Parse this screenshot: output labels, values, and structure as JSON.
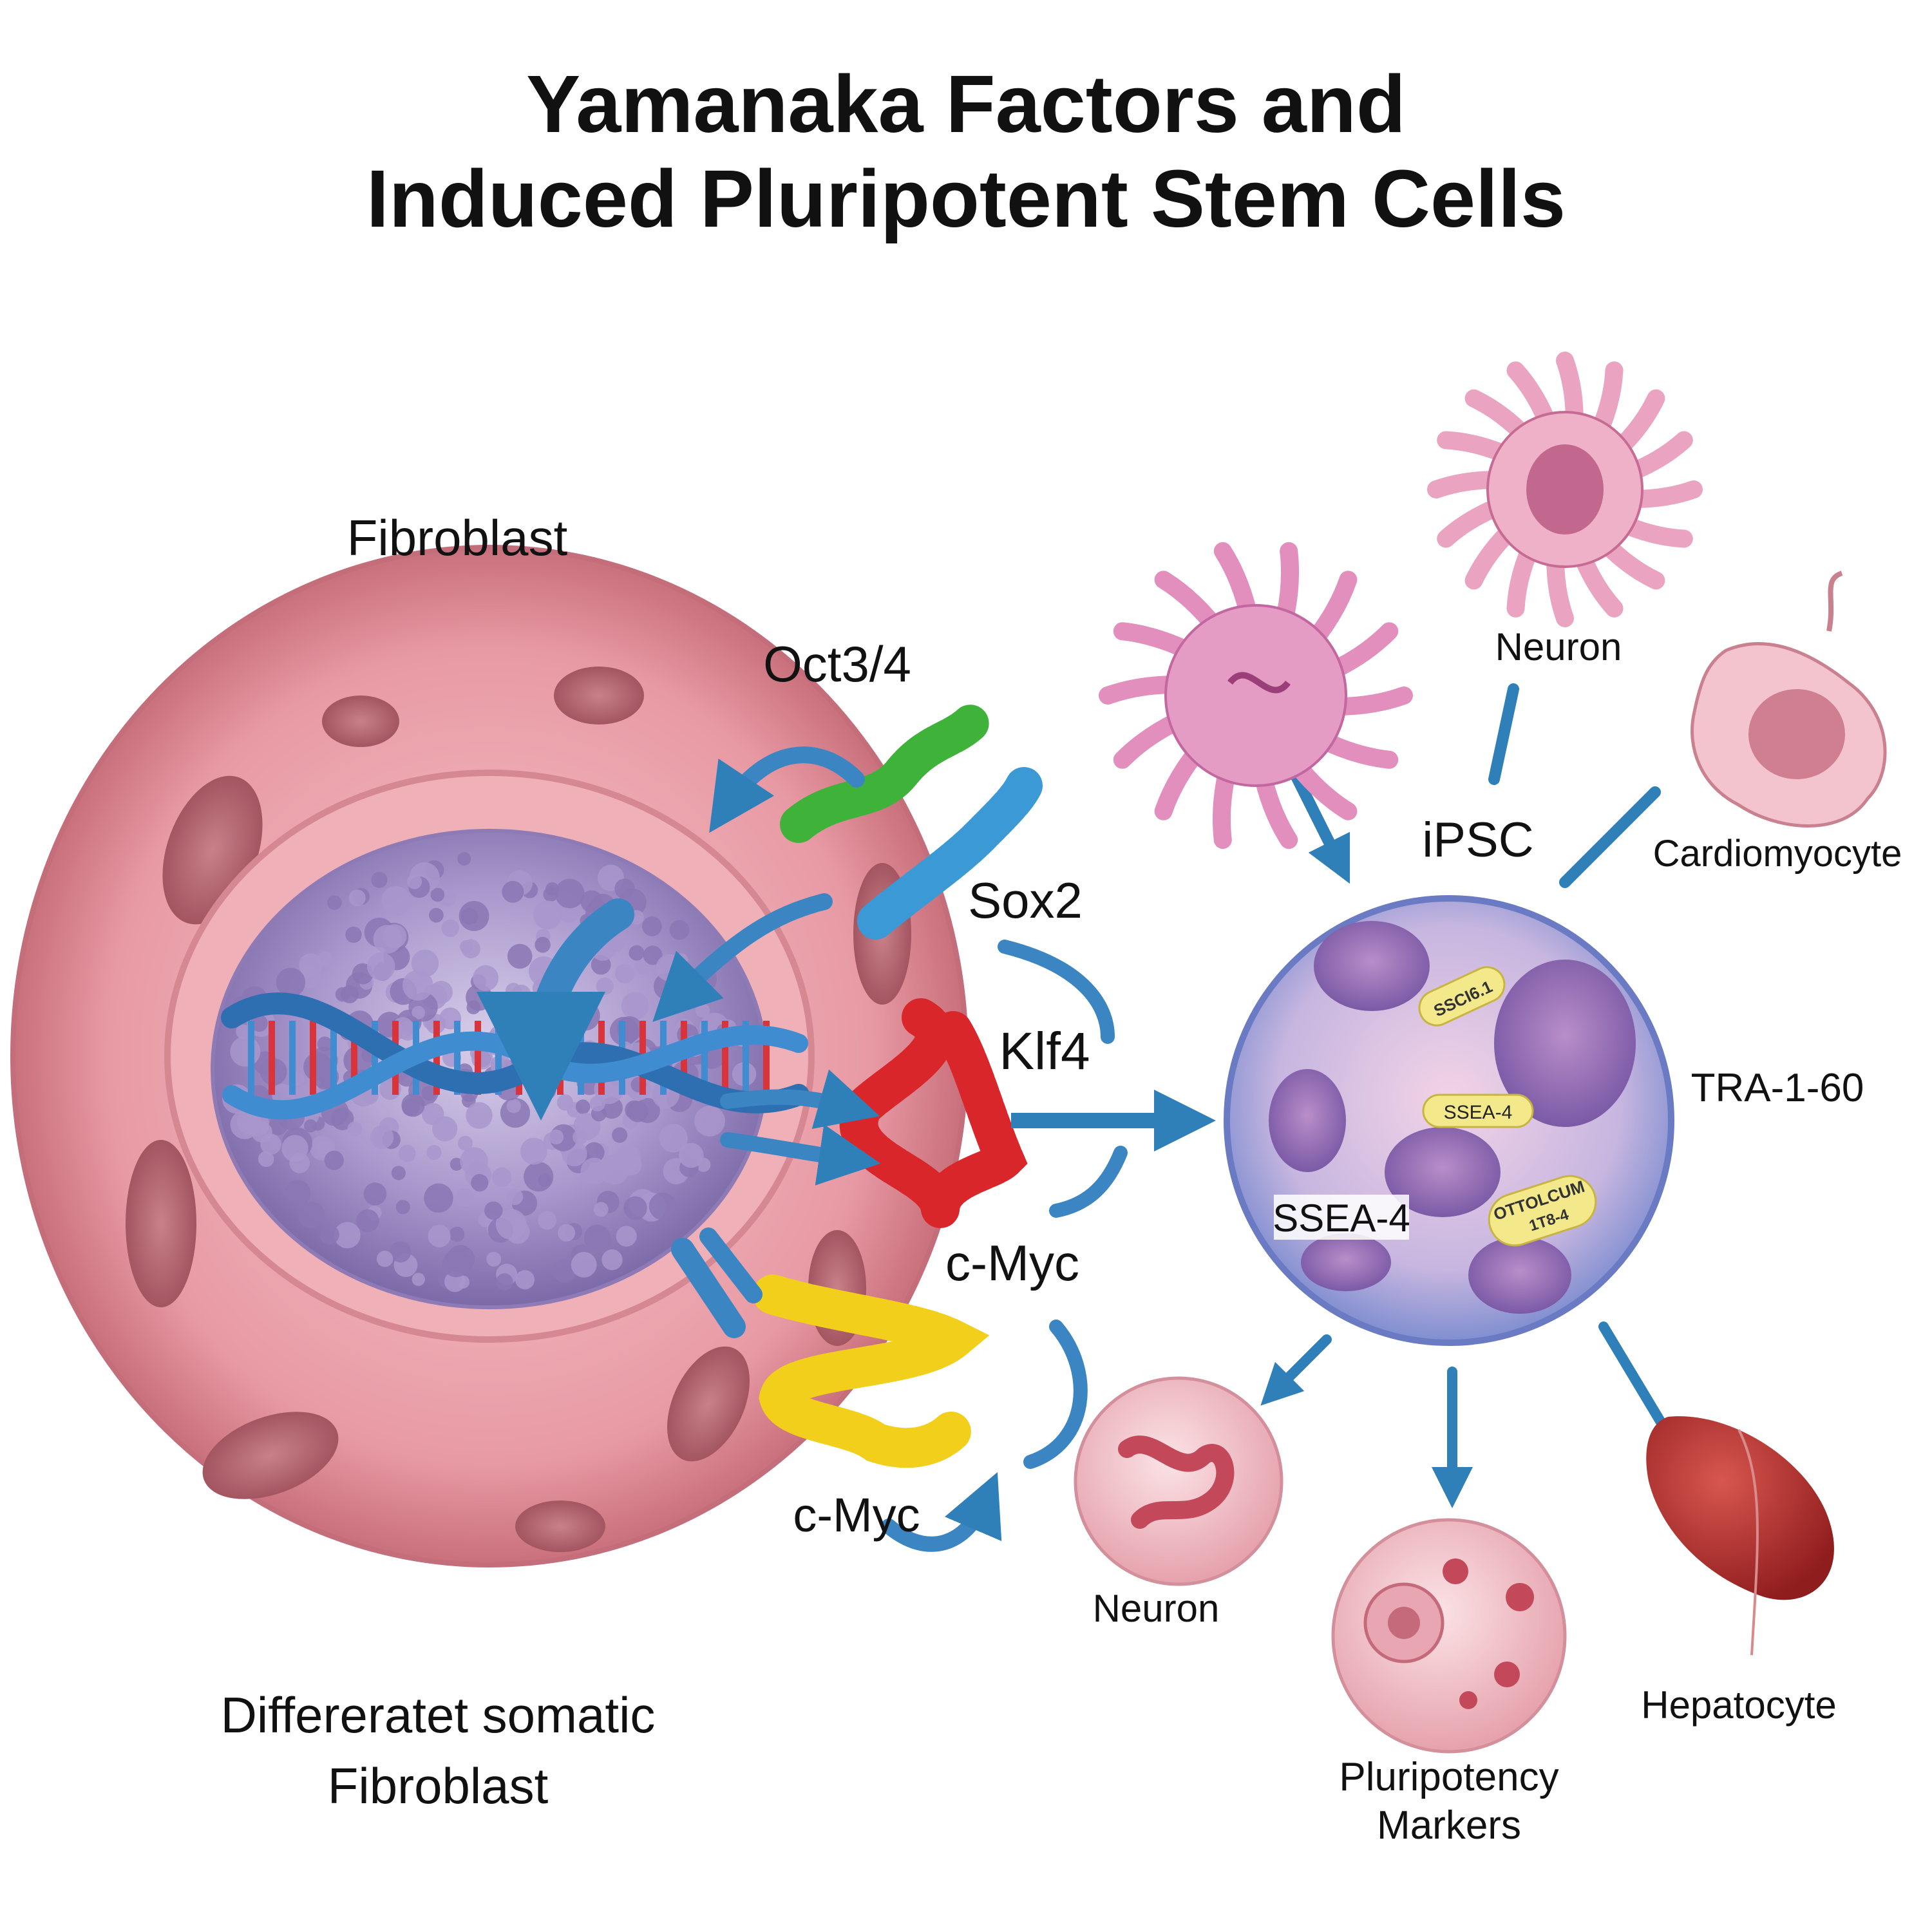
{
  "title": {
    "line1": "Yamanaka Factors and",
    "line2": "Induced Pluripotent Stem Cells"
  },
  "fibroblast": {
    "top_label": "Fibroblast",
    "bottom_label_line1": "Differeratet somatic",
    "bottom_label_line2": "Fibroblast"
  },
  "factors": {
    "oct": "Oct3/4",
    "sox": "Sox2",
    "klf": "Klf4",
    "myc": "c-Myc",
    "myc_lower": "c-Myc"
  },
  "ipsc": {
    "label": "iPSC",
    "marker_tag_1": "SSEA-4",
    "marker_tag_2": "SSEA-4",
    "marker_tra": "TRA-1-60",
    "tag_illegible_1": "SSCI6.1",
    "tag_illegible_2a": "OTTOLCUM",
    "tag_illegible_2b": "1T8-4"
  },
  "derived": {
    "neuron_top": "Neuron",
    "cardiomyocyte": "Cardiomyocyte",
    "neuron_bottom": "Neuron",
    "pluripotency_line1": "Pluripotency",
    "pluripotency_line2": "Markers",
    "hepatocyte": "Hepatocyte"
  },
  "colors": {
    "cell_pink": "#e79aa3",
    "nucleus_purple": "#9a88bf",
    "ipsc_blue": "#8c97d6",
    "arrow_blue": "#2f7fb8",
    "oct_green": "#3fb23a",
    "sox_blue": "#3b9ad6",
    "klf_red": "#d8262a",
    "myc_yellow": "#f1cf1a",
    "tag_yellow": "#f3e98a",
    "hepatocyte_red": "#b52a28"
  }
}
